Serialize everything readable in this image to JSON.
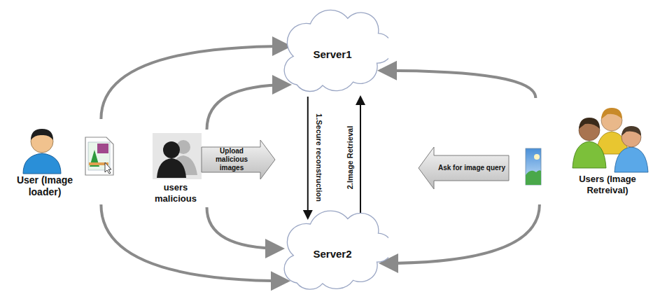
{
  "diagram": {
    "nodes": [
      {
        "text": [
          "User (Image loader)"
        ]
      },
      {
        "text": [
          "users malicious"
        ]
      },
      {
        "text": [
          "Server1"
        ]
      },
      {
        "text": [
          "Server2"
        ]
      },
      {
        "text": [
          "Users (Image Retreival)"
        ]
      }
    ],
    "edges": [
      {
        "from": 0,
        "to": 2,
        "arrow": "to"
      },
      {
        "from": 0,
        "to": 3,
        "arrow": "to"
      },
      {
        "from": 1,
        "to": 2,
        "arrow": "to"
      },
      {
        "from": 1,
        "to": 3,
        "arrow": "to"
      },
      {
        "from": 2,
        "to": 3,
        "label": "1.Secure reconstruction",
        "arrow": "to"
      },
      {
        "from": 3,
        "to": 2,
        "label": "2.Image Retrieval",
        "arrow": "to"
      },
      {
        "from": 4,
        "to": 2,
        "arrow": "to"
      },
      {
        "from": 4,
        "to": 3,
        "arrow": "to"
      }
    ],
    "labels": [
      "Upload malicious images",
      "Ask for image query"
    ]
  }
}
